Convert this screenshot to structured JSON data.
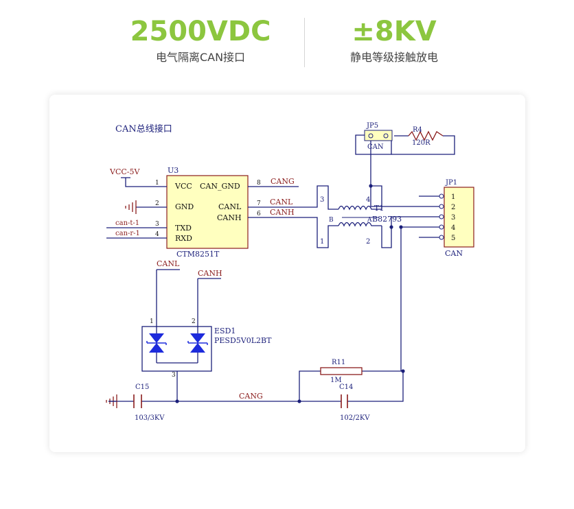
{
  "specs": [
    {
      "value": "2500VDC",
      "label": "电气隔离CAN接口"
    },
    {
      "value": "±8KV",
      "label": "静电等级接触放电"
    }
  ],
  "colors": {
    "accent": "#8cc63f",
    "wire": "#1b1f7a",
    "net": "#8a1c1c",
    "chip": "#ffffbf"
  },
  "schematic": {
    "title": "CAN总线接口",
    "u3": {
      "ref": "U3",
      "part": "CTM8251T",
      "pins": {
        "vcc": {
          "num": "1",
          "name": "VCC"
        },
        "gnd": {
          "num": "2",
          "name": "GND"
        },
        "txd": {
          "num": "3",
          "name": "TXD"
        },
        "rxd": {
          "num": "4",
          "name": "RXD"
        },
        "canh": {
          "num": "6",
          "name": "CANH"
        },
        "canl": {
          "num": "7",
          "name": "CANL"
        },
        "can_gnd": {
          "num": "8",
          "name": "CAN_GND"
        }
      }
    },
    "nets": {
      "vcc": "VCC-5V",
      "can_t": "can-t-1",
      "can_r": "can-r-1",
      "cang": "CANG",
      "canl": "CANL",
      "canh": "CANH",
      "esd_canl": "CANL",
      "esd_canh": "CANH",
      "bottom_cang": "CANG"
    },
    "jp5": {
      "ref": "JP5",
      "label": "CAN"
    },
    "r4": {
      "ref": "R4",
      "value": "120R"
    },
    "t1": {
      "ref": "T1",
      "part": "B82793",
      "pins": [
        "3",
        "4",
        "1",
        "2",
        "B",
        "A"
      ]
    },
    "jp1": {
      "ref": "JP1",
      "label": "CAN",
      "pins": [
        "1",
        "2",
        "3",
        "4",
        "5"
      ]
    },
    "esd1": {
      "ref": "ESD1",
      "part": "PESD5V0L2BT",
      "pins": [
        "1",
        "2",
        "3"
      ]
    },
    "r11": {
      "ref": "R11",
      "value": "1M"
    },
    "c14": {
      "ref": "C14",
      "value": "102/2KV"
    },
    "c15": {
      "ref": "C15",
      "value": "103/3KV"
    }
  }
}
